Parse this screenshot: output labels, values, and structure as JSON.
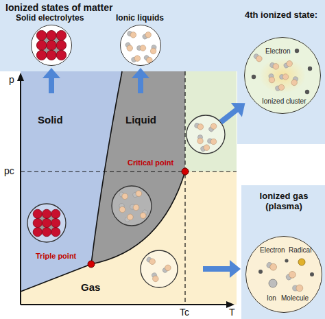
{
  "diagram": {
    "nodes": [
      {
        "text": [
          "Ionized states of matter"
        ]
      },
      {
        "text": [
          "Solid electrolytes"
        ],
        "in": 0
      },
      {
        "text": [
          "Ionic liquids"
        ],
        "in": 0
      },
      {
        "text": [
          "4th ionized state:",
          "Electron",
          "Ionized cluster"
        ]
      },
      {
        "text": [
          "Ionized gas (plasma)"
        ]
      },
      {
        "text": [
          "Electron",
          "Radical",
          "Ion",
          "Molecule"
        ],
        "in": 4
      }
    ],
    "labels": [
      "Solid",
      "Liquid",
      "Gas",
      "p",
      "pc",
      "T",
      "Tc",
      "Triple point",
      "Critical point"
    ]
  }
}
